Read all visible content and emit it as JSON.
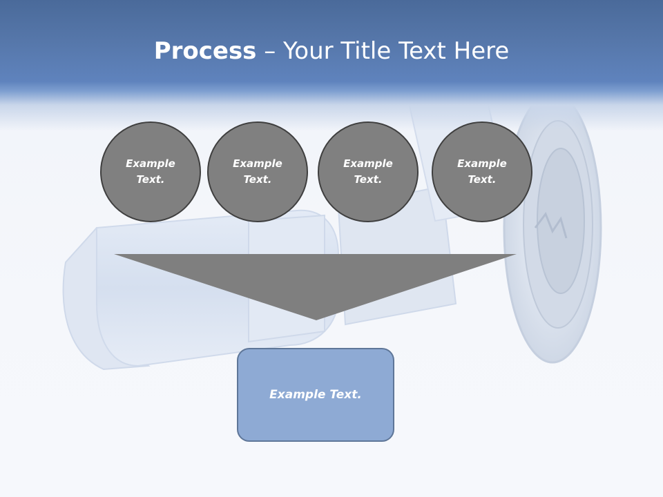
{
  "title": {
    "bold": "Process",
    "rest": " – Your Title Text Here"
  },
  "steps": [
    {
      "line1": "Example",
      "line2": "Text."
    },
    {
      "line1": "Example",
      "line2": "Text."
    },
    {
      "line1": "Example",
      "line2": "Text."
    },
    {
      "line1": "Example",
      "line2": "Text."
    }
  ],
  "result": {
    "label": "Example Text."
  },
  "colors": {
    "title_band": "#5677aa",
    "step_fill": "#808080",
    "step_border": "#3f3f3f",
    "funnel_fill": "#7f7f7f",
    "result_fill": "#8eaad4",
    "result_border": "#5e7698"
  },
  "background_image": "faded-sink-drain-pipe"
}
